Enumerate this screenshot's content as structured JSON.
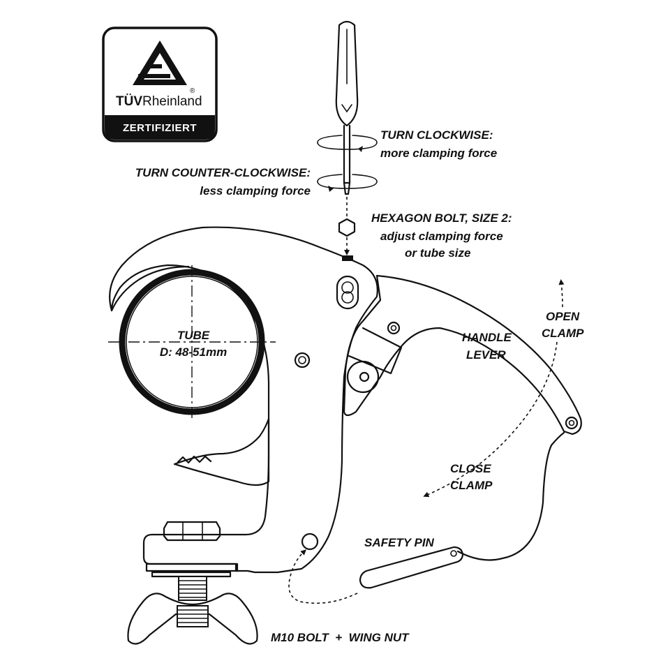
{
  "certification": {
    "brand_a": "TÜV",
    "brand_b": "Rheinland",
    "registered": "®",
    "badge": "ZERTIFIZIERT"
  },
  "labels": {
    "turn_cw_title": "TURN CLOCKWISE:",
    "turn_cw_desc": "more clamping force",
    "turn_ccw_title": "TURN COUNTER-CLOCKWISE:",
    "turn_ccw_desc": "less clamping force",
    "hex_title": "HEXAGON BOLT, SIZE 2:",
    "hex_desc_1": "adjust clamping force",
    "hex_desc_2": "or tube size",
    "tube_title": "TUBE",
    "tube_size": "D: 48-51mm",
    "open_1": "OPEN",
    "open_2": "CLAMP",
    "handle_1": "HANDLE",
    "handle_2": "LEVER",
    "close_1": "CLOSE",
    "close_2": "CLAMP",
    "safety_pin": "SAFETY PIN",
    "bolt_nut": "M10 BOLT  +  WING NUT"
  },
  "colors": {
    "ink": "#111111",
    "background": "#ffffff"
  },
  "icons": [
    "tuv-triangle-logo",
    "screwdriver-icon",
    "hexagon-bolt-icon",
    "rotation-arrow-icon"
  ]
}
